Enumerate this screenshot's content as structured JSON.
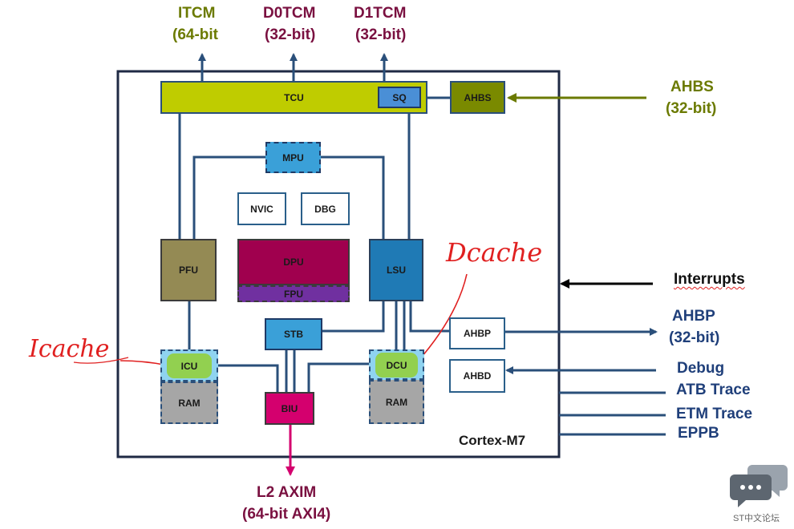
{
  "top_ports": [
    {
      "name": "ITCM",
      "width": "(64-bit"
    },
    {
      "name": "D0TCM",
      "width": "(32-bit)"
    },
    {
      "name": "D1TCM",
      "width": "(32-bit)"
    }
  ],
  "blocks": {
    "tcu": "TCU",
    "sq": "SQ",
    "ahbs_block": "AHBS",
    "mpu": "MPU",
    "nvic": "NVIC",
    "dbg": "DBG",
    "pfu": "PFU",
    "dpu": "DPU",
    "fpu": "FPU",
    "lsu": "LSU",
    "stb": "STB",
    "ahbp_block": "AHBP",
    "ahbd_block": "AHBD",
    "icu": "ICU",
    "icu_ram": "RAM",
    "dcu": "DCU",
    "dcu_ram": "RAM",
    "biu": "BIU"
  },
  "core_label": "Cortex-M7",
  "external": {
    "ahbs_name": "AHBS",
    "ahbs_width": "(32-bit)",
    "interrupts": "Interrupts",
    "ahbp_name": "AHBP",
    "ahbp_width": "(32-bit)",
    "debug": "Debug",
    "atb_trace": "ATB Trace",
    "etm_trace": "ETM Trace",
    "eppb": "EPPB",
    "l2_name": "L2 AXIM",
    "l2_width": "(64-bit AXI4)"
  },
  "annotations": {
    "icache": "Icache",
    "dcache": "Dcache"
  },
  "watermark": "ST中文论坛",
  "colors": {
    "tcu": "#bfcc00",
    "sq": "#4a8fd6",
    "ahbs": "#7a8a00",
    "mpu": "#3aa0d8",
    "pfu": "#948a54",
    "dpu": "#a0004e",
    "fpu": "#7030a0",
    "lsu": "#1f7ab5",
    "biu": "#d4006e",
    "icu_dcu": "#92d050",
    "ram": "#a6a6a6",
    "wire": "#2a4f7a",
    "olive_text": "#6b7a00",
    "maroon_text": "#7a1040",
    "navy_text": "#1f3f7a"
  }
}
